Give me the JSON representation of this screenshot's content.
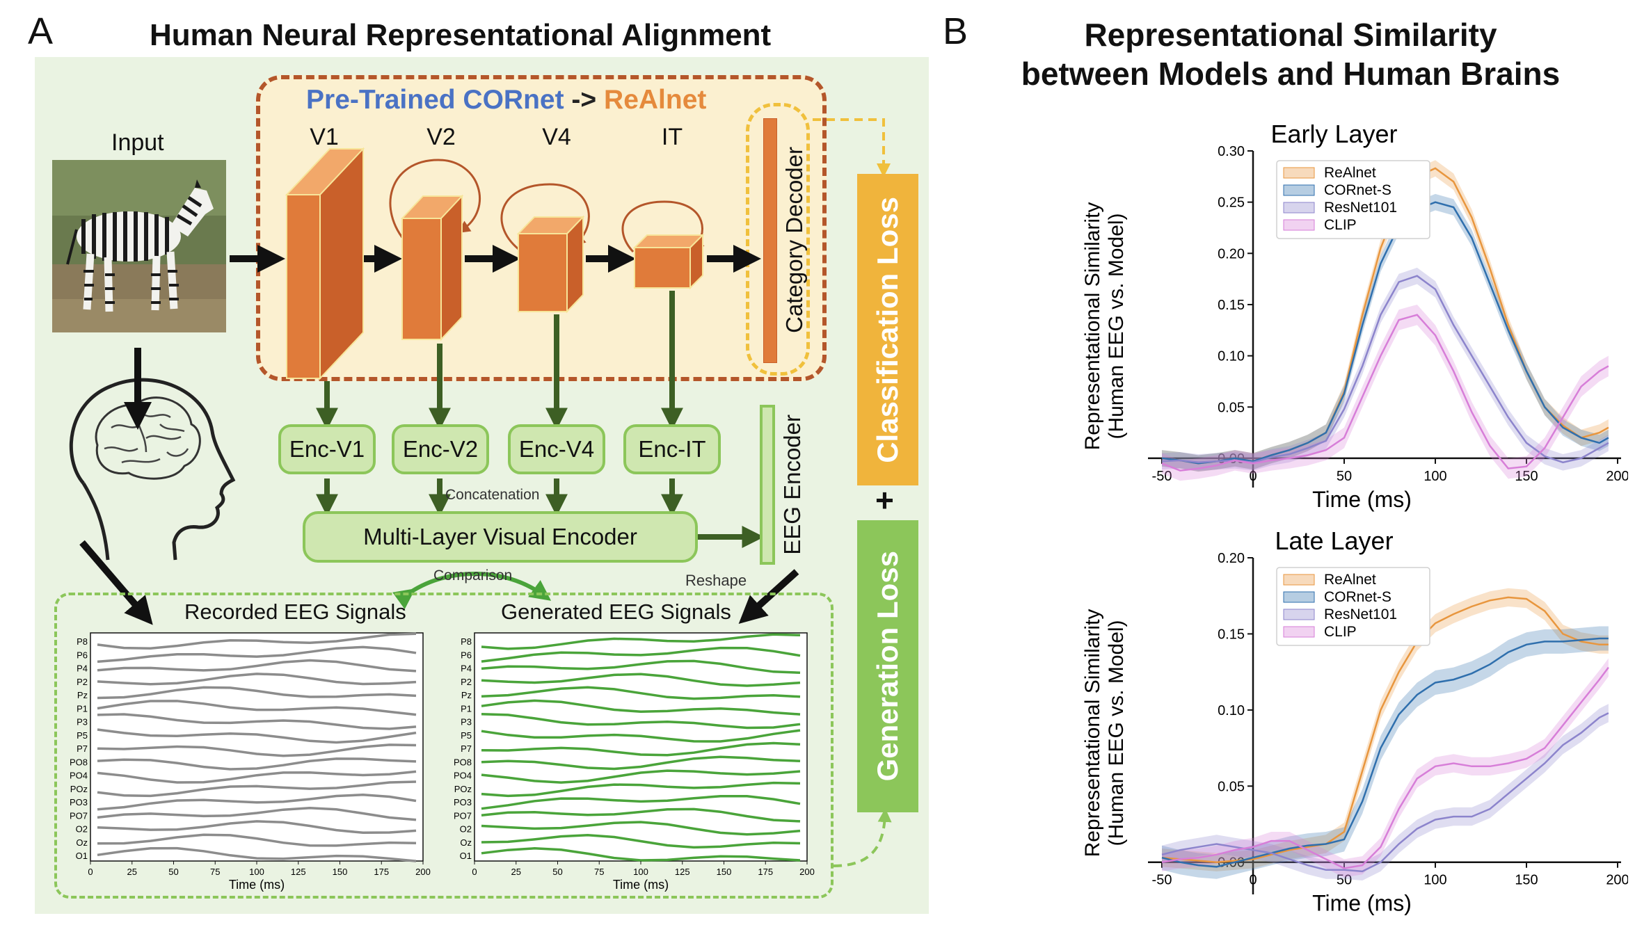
{
  "panel_a": {
    "letter": "A",
    "title": "Human Neural Representational Alignment",
    "model_title_part1": "Pre-Trained CORnet",
    "model_title_arrow": "->",
    "model_title_part2": "ReAlnet",
    "input_label": "Input",
    "layers": [
      "V1",
      "V2",
      "V4",
      "IT"
    ],
    "category_decoder": "Category Decoder",
    "encoders": [
      "Enc-V1",
      "Enc-V2",
      "Enc-V4",
      "Enc-IT"
    ],
    "concatenation": "Concatenation",
    "multi_layer_encoder": "Multi-Layer Visual Encoder",
    "eeg_encoder": "EEG Encoder",
    "comparison": "Comparison",
    "reshape": "Reshape",
    "recorded_title": "Recorded EEG Signals",
    "generated_title": "Generated EEG Signals",
    "eeg_channels": [
      "P8",
      "P6",
      "P4",
      "P2",
      "Pz",
      "P1",
      "P3",
      "P5",
      "P7",
      "PO8",
      "PO4",
      "POz",
      "PO3",
      "PO7",
      "O2",
      "Oz",
      "O1"
    ],
    "eeg_x_ticks": [
      "0",
      "25",
      "50",
      "75",
      "100",
      "125",
      "150",
      "175",
      "200"
    ],
    "eeg_xlabel": "Time (ms)",
    "classification_loss": "Classification Loss",
    "generation_loss": "Generation Loss",
    "plus": "+",
    "colors": {
      "background": "#eaf3e2",
      "model_bg": "#fbf0d0",
      "model_border": "#b4562a",
      "block_front": "#e07b3a",
      "block_side": "#c9602a",
      "block_top": "#f2a86a",
      "pretrained_blue": "#4a72c4",
      "realnet_orange": "#e58a3c",
      "classification": "#f0b43c",
      "generation": "#8cc65a",
      "arrow_green": "#3d5f24",
      "recorded_line": "#8c8c8c",
      "generated_line": "#4aa43a"
    }
  },
  "panel_b": {
    "letter": "B",
    "title_line1": "Representational Similarity",
    "title_line2": "between Models and Human Brains",
    "ylabel_line1": "Representational Similarity",
    "ylabel_line2": "(Human EEG vs. Model)",
    "xlabel": "Time (ms)"
  },
  "chart_data": [
    {
      "type": "line",
      "title": "Early Layer",
      "xlabel": "Time (ms)",
      "ylabel": "Representational Similarity (Human EEG vs. Model)",
      "xlim": [
        -50,
        200
      ],
      "ylim": [
        -0.015,
        0.3
      ],
      "x_ticks": [
        -50,
        0,
        50,
        100,
        150,
        200
      ],
      "y_ticks": [
        0.0,
        0.05,
        0.1,
        0.15,
        0.2,
        0.25,
        0.3
      ],
      "legend_position": "top-left",
      "x": [
        -50,
        -40,
        -30,
        -20,
        -10,
        0,
        10,
        20,
        30,
        40,
        50,
        60,
        70,
        80,
        90,
        100,
        110,
        120,
        130,
        140,
        150,
        160,
        170,
        180,
        190,
        195
      ],
      "series": [
        {
          "name": "ReAlnet",
          "color": "#e8963e",
          "values": [
            0.0,
            -0.002,
            -0.005,
            -0.003,
            0.0,
            -0.003,
            0.003,
            0.008,
            0.015,
            0.025,
            0.065,
            0.14,
            0.205,
            0.25,
            0.275,
            0.283,
            0.27,
            0.235,
            0.185,
            0.13,
            0.085,
            0.05,
            0.032,
            0.02,
            0.025,
            0.03
          ],
          "band": 0.008
        },
        {
          "name": "CORnet-S",
          "color": "#2f6fad",
          "values": [
            0.0,
            -0.002,
            -0.005,
            -0.003,
            0.0,
            -0.003,
            0.003,
            0.008,
            0.015,
            0.025,
            0.063,
            0.13,
            0.19,
            0.227,
            0.243,
            0.25,
            0.245,
            0.215,
            0.17,
            0.125,
            0.085,
            0.05,
            0.03,
            0.02,
            0.015,
            0.02
          ],
          "band": 0.008
        },
        {
          "name": "ResNet101",
          "color": "#8c84cc",
          "values": [
            -0.003,
            -0.002,
            -0.004,
            -0.003,
            -0.002,
            -0.004,
            0.001,
            0.004,
            0.01,
            0.017,
            0.048,
            0.09,
            0.14,
            0.172,
            0.178,
            0.165,
            0.13,
            0.1,
            0.07,
            0.04,
            0.015,
            0.002,
            -0.004,
            0.0,
            0.01,
            0.015
          ],
          "band": 0.008
        },
        {
          "name": "CLIP",
          "color": "#d77ed8",
          "values": [
            -0.005,
            -0.012,
            -0.01,
            -0.007,
            -0.002,
            -0.005,
            -0.002,
            0.0,
            0.003,
            0.008,
            0.02,
            0.06,
            0.1,
            0.135,
            0.14,
            0.12,
            0.085,
            0.045,
            0.012,
            -0.01,
            -0.008,
            0.01,
            0.04,
            0.07,
            0.085,
            0.09
          ],
          "band": 0.01
        }
      ]
    },
    {
      "type": "line",
      "title": "Late Layer",
      "xlabel": "Time (ms)",
      "ylabel": "Representational Similarity (Human EEG vs. Model)",
      "xlim": [
        -50,
        200
      ],
      "ylim": [
        -0.012,
        0.2
      ],
      "x_ticks": [
        -50,
        0,
        50,
        100,
        150,
        200
      ],
      "y_ticks": [
        0.0,
        0.05,
        0.1,
        0.15,
        0.2
      ],
      "legend_position": "top-left",
      "x": [
        -50,
        -40,
        -30,
        -20,
        -10,
        0,
        10,
        20,
        30,
        40,
        50,
        60,
        70,
        80,
        90,
        100,
        110,
        120,
        130,
        140,
        150,
        160,
        170,
        180,
        190,
        195
      ],
      "series": [
        {
          "name": "ReAlnet",
          "color": "#e8963e",
          "values": [
            0.003,
            0.002,
            0.001,
            0.0,
            0.001,
            0.002,
            0.005,
            0.008,
            0.01,
            0.012,
            0.02,
            0.06,
            0.1,
            0.125,
            0.145,
            0.157,
            0.163,
            0.168,
            0.172,
            0.174,
            0.173,
            0.165,
            0.15,
            0.145,
            0.143,
            0.143
          ],
          "band": 0.006
        },
        {
          "name": "CORnet-S",
          "color": "#2f6fad",
          "values": [
            0.003,
            0.0,
            -0.002,
            -0.003,
            0.0,
            0.003,
            0.006,
            0.009,
            0.011,
            0.012,
            0.015,
            0.04,
            0.075,
            0.097,
            0.11,
            0.118,
            0.12,
            0.124,
            0.13,
            0.138,
            0.143,
            0.145,
            0.145,
            0.146,
            0.147,
            0.147
          ],
          "band": 0.008
        },
        {
          "name": "ResNet101",
          "color": "#8c84cc",
          "values": [
            0.005,
            0.008,
            0.01,
            0.012,
            0.01,
            0.008,
            0.006,
            0.002,
            -0.002,
            -0.005,
            -0.005,
            -0.006,
            0.0,
            0.012,
            0.022,
            0.028,
            0.03,
            0.03,
            0.035,
            0.045,
            0.055,
            0.065,
            0.077,
            0.085,
            0.095,
            0.098
          ],
          "band": 0.006
        },
        {
          "name": "CLIP",
          "color": "#d77ed8",
          "values": [
            0.0,
            0.002,
            0.003,
            0.005,
            0.008,
            0.01,
            0.014,
            0.014,
            0.008,
            0.002,
            -0.004,
            -0.002,
            0.01,
            0.035,
            0.055,
            0.063,
            0.065,
            0.063,
            0.063,
            0.065,
            0.068,
            0.075,
            0.09,
            0.105,
            0.12,
            0.128
          ],
          "band": 0.006
        }
      ]
    }
  ]
}
